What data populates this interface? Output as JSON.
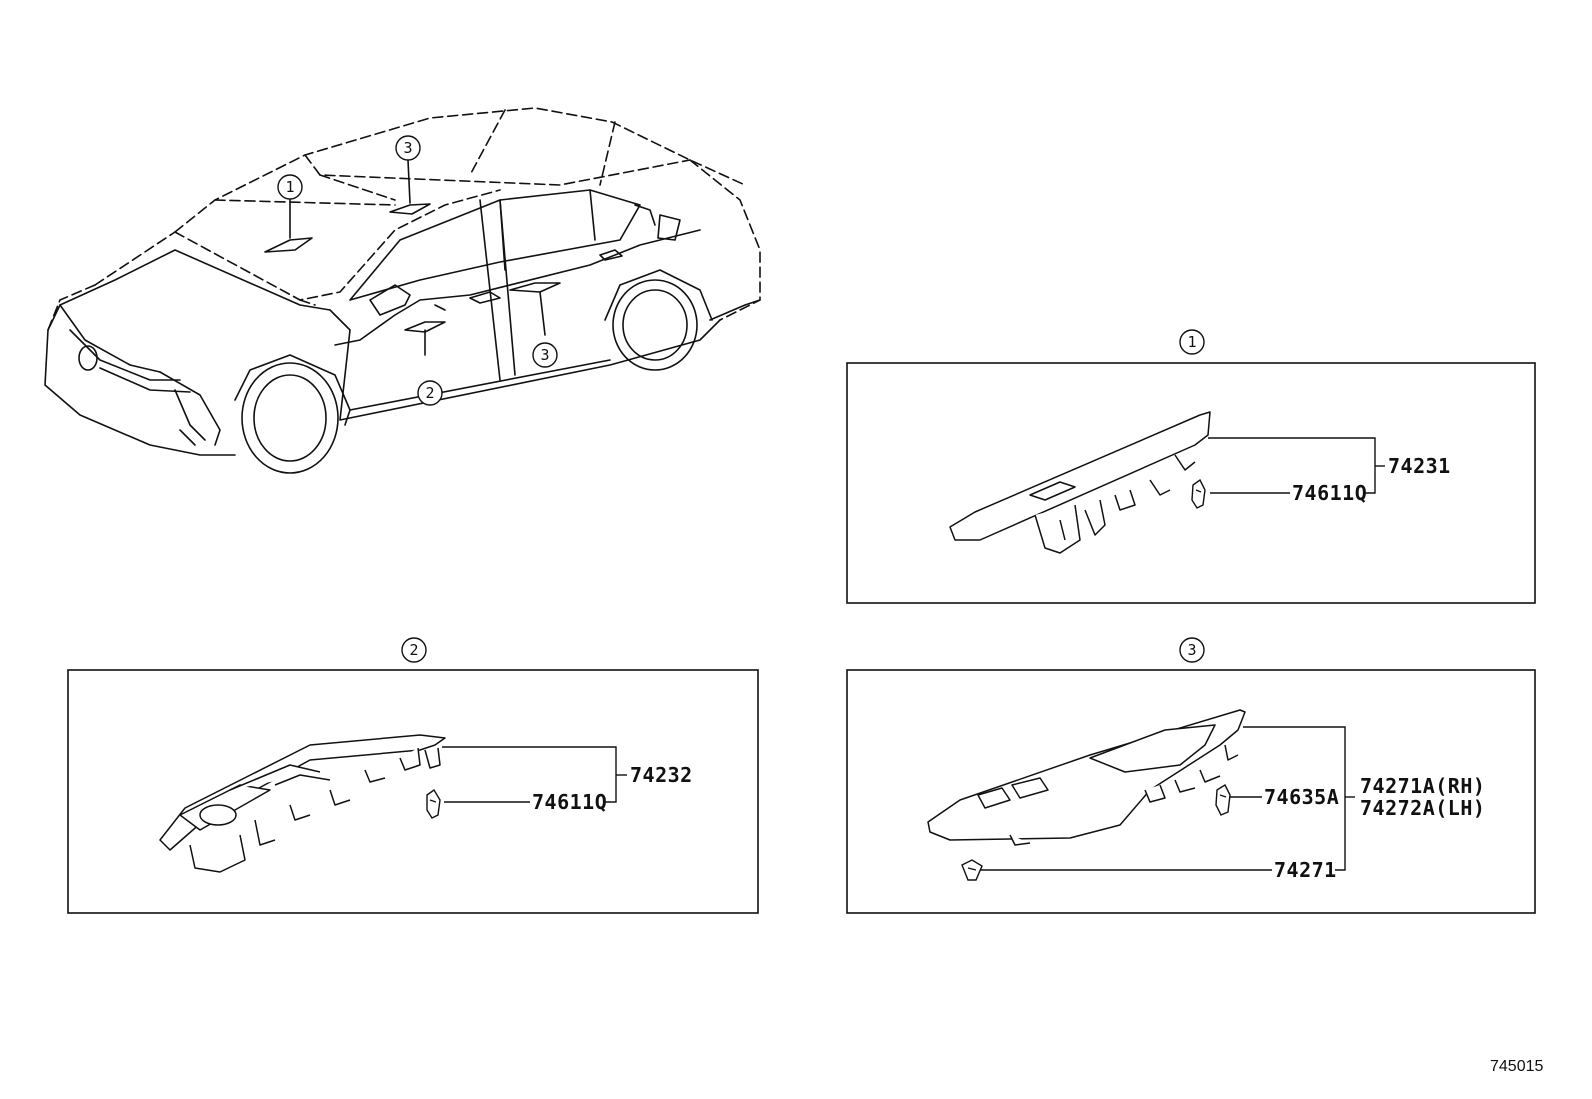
{
  "callouts": {
    "c1": "1",
    "c2": "2",
    "c3": "3"
  },
  "panel1": {
    "label": "1",
    "assembly": "74231",
    "clip": "74611Q"
  },
  "panel2": {
    "label": "2",
    "assembly": "74232",
    "clip": "74611Q"
  },
  "panel3": {
    "label": "3",
    "assembly_rh": "74271A(RH)",
    "assembly_lh": "74272A(LH)",
    "clip": "74635A",
    "clip2": "74271"
  },
  "diagram_code": "745015"
}
